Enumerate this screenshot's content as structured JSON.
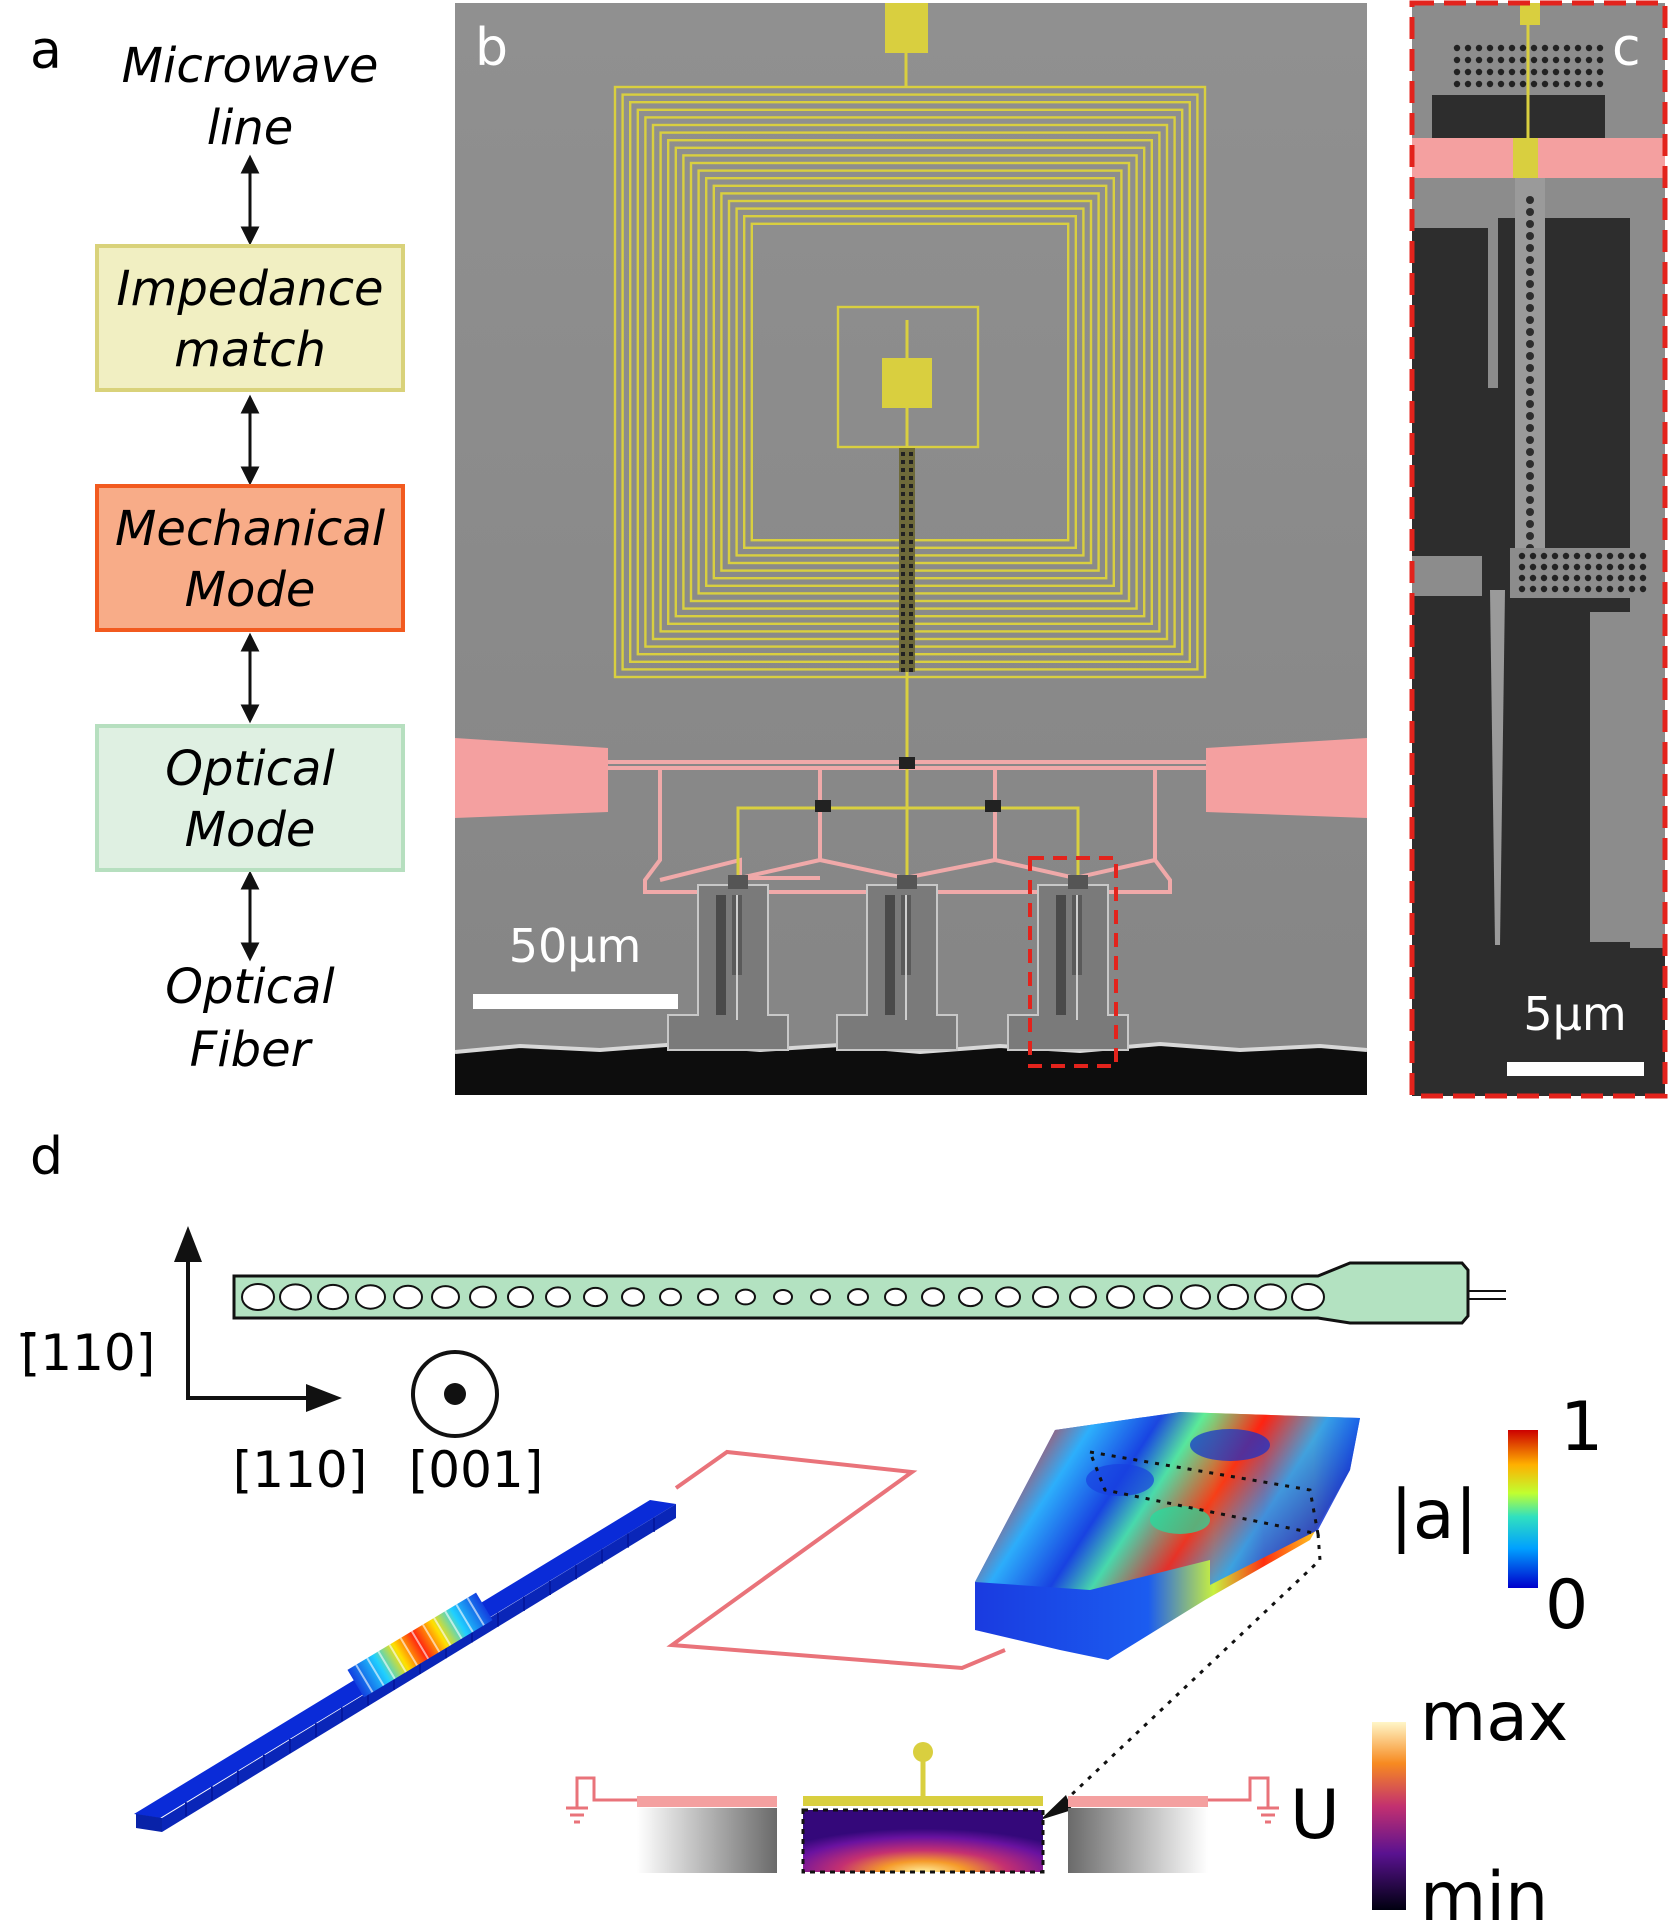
{
  "panels": {
    "a": "a",
    "b": "b",
    "c": "c",
    "d": "d"
  },
  "flow": {
    "top_line1": "Microwave",
    "top_line2": "line",
    "boxes": [
      {
        "line1": "Impedance",
        "line2": "match",
        "fill": "#f1efc2",
        "stroke": "#d9d27a"
      },
      {
        "line1": "Mechanical",
        "line2": "Mode",
        "fill": "#f8ac88",
        "stroke": "#f25a1f"
      },
      {
        "line1": "Optical",
        "line2": "Mode",
        "fill": "#dff0e2",
        "stroke": "#b6dfbf"
      }
    ],
    "bottom_line1": "Optical",
    "bottom_line2": "Fiber"
  },
  "sem_b": {
    "scale_label": "50μm"
  },
  "sem_c": {
    "scale_label": "5μm"
  },
  "axes": {
    "vertical": "[̄110]",
    "horizontal": "[110]",
    "outofplane": "[001]"
  },
  "colorbars": {
    "amp_label": "|a|",
    "amp_max": "1",
    "amp_min": "0",
    "u_label": "U",
    "u_max": "max",
    "u_min": "min"
  },
  "colors": {
    "gold": "#d9cf3f",
    "pink": "#f4a0a0",
    "pink_line": "#e9737a",
    "beam_green": "#b3e2c1",
    "sem_gray": "#8a8a8a",
    "sem_dark": "#2b2b2b",
    "red_dash": "#e3231c"
  }
}
